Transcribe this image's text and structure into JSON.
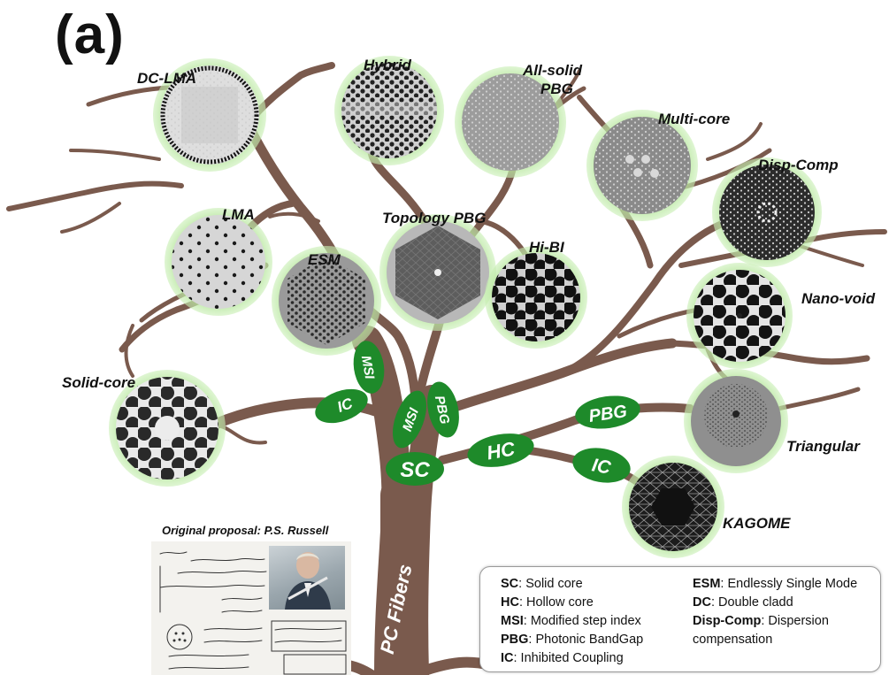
{
  "panel_label": "(a)",
  "trunk_label": "PC Fibers",
  "fibers": {
    "dc_lma": "DC-LMA",
    "hybrid": "Hybrid",
    "all_solid_pbg_line1": "All-solid",
    "all_solid_pbg_line2": "PBG",
    "multi_core": "Multi-core",
    "disp_comp": "Disp-Comp",
    "lma": "LMA",
    "topology_pbg": "Topology PBG",
    "hi_bi": "Hi-BI",
    "esm": "ESM",
    "nano_void": "Nano-void",
    "solid_core": "Solid-core",
    "triangular": "Triangular",
    "kagome": "KAGOME"
  },
  "branch_tags": {
    "msi_upper": "MSI",
    "ic_left": "IC",
    "msi_mid": "MSI",
    "pbg_mid": "PBG",
    "sc": "SC",
    "hc": "HC",
    "pbg_right": "PBG",
    "ic_right": "IC"
  },
  "proposal_title": "Original proposal: P.S. Russell",
  "legend": {
    "left": [
      {
        "abbr": "SC",
        "desc": ": Solid core"
      },
      {
        "abbr": "HC",
        "desc": ": Hollow core"
      },
      {
        "abbr": "MSI",
        "desc": ": Modified step index"
      },
      {
        "abbr": "PBG",
        "desc": ": Photonic BandGap"
      },
      {
        "abbr": "IC",
        "desc": ": Inhibited Coupling"
      }
    ],
    "right": [
      {
        "abbr": "ESM",
        "desc": ": Endlessly Single Mode"
      },
      {
        "abbr": "DC",
        "desc": ": Double cladd"
      },
      {
        "abbr": "Disp-Comp",
        "desc": ": Dispersion"
      },
      {
        "abbr": "",
        "desc": "compensation"
      }
    ]
  },
  "colors": {
    "branch": "#7a5a4d",
    "tag_green": "#1e8a2a",
    "halo_green": "#a8df8a"
  }
}
